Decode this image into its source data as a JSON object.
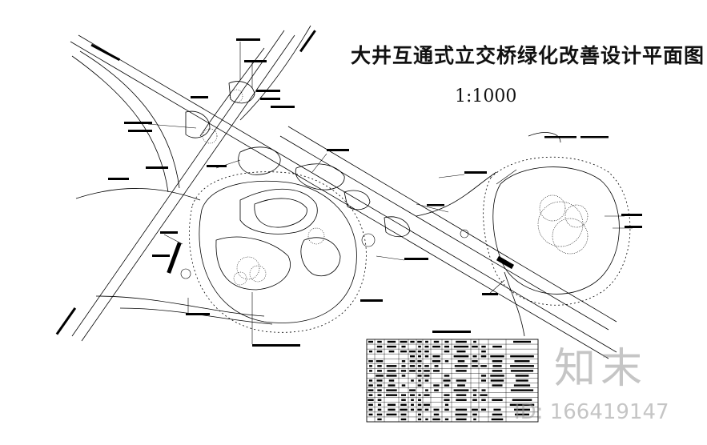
{
  "drawing": {
    "title": "大井互通式立交桥绿化改善设计平面图",
    "scale": "1:1000"
  },
  "watermark": {
    "logo_text": "知末",
    "id_text": "ID: 166419147"
  },
  "colors": {
    "ink": "#000000",
    "background": "#ffffff",
    "watermark": "#969696"
  },
  "legend_table": {
    "rows": 17,
    "columns": 14
  }
}
